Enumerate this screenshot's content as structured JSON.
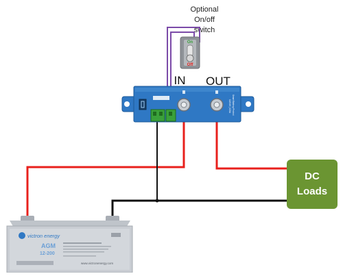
{
  "switch": {
    "caption_line1": "Optional",
    "caption_line2": "On/off",
    "caption_line3": "switch",
    "on_label": "On",
    "off_label": "Off"
  },
  "protect_unit": {
    "in_label": "IN",
    "out_label": "OUT",
    "side_text_line1": "Smart Battery Protect",
    "side_text_line2": "12/24V | 100A"
  },
  "loads": {
    "line1": "DC",
    "line2": "Loads"
  },
  "battery": {
    "brand": "victron energy",
    "model_line1": "AGM",
    "model_line2": "12-200",
    "website": "www.victronenergy.com"
  },
  "colors": {
    "positive_wire": "#e8201c",
    "negative_wire": "#111111",
    "unit_blue": "#2f78c4",
    "loads_green": "#6b9532",
    "switch_wire": "#7b4aa8",
    "battery_grey": "#c9cdd3",
    "terminal_green": "#3aa13a"
  }
}
